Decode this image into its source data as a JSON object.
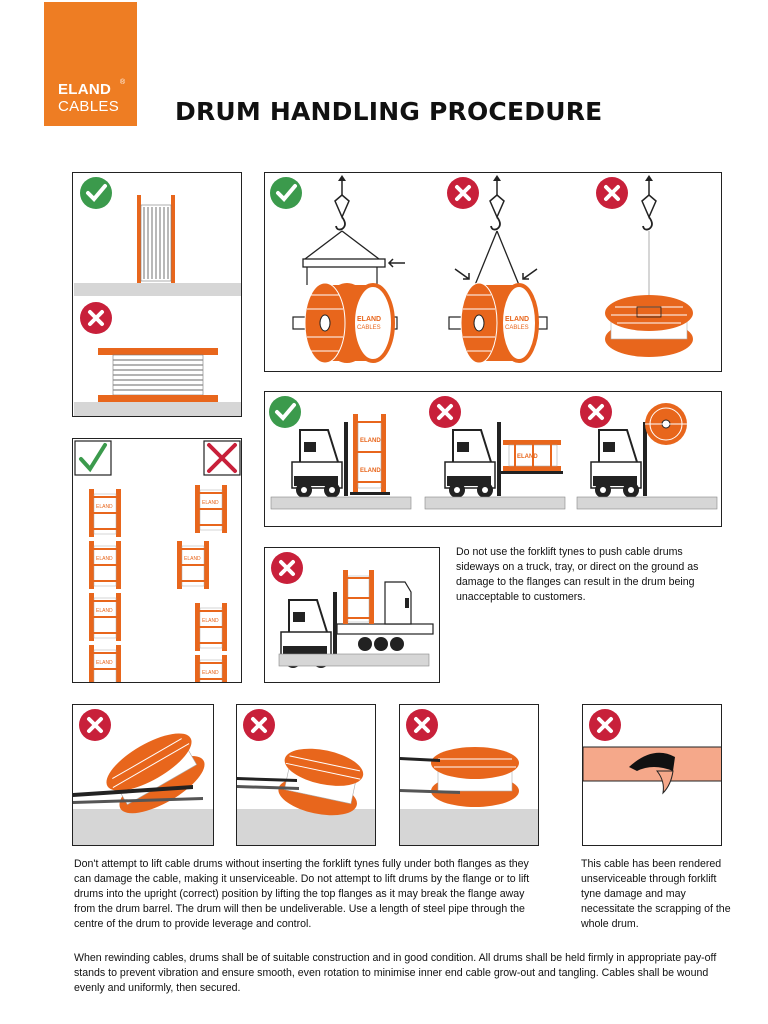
{
  "brand": {
    "line1": "ELAND",
    "reg": "®",
    "line2": "CABLES",
    "color": "#ee7d23"
  },
  "title": "DRUM HANDLING PROCEDURE",
  "drum_label": "CABLES",
  "colors": {
    "ok": "#3b9a4c",
    "bad": "#c8203a",
    "orange": "#e8661c",
    "ground": "#d6d6d6",
    "damage": "#f5a88a"
  },
  "text_push": "Do not use the forklift tynes to push cable drums sideways on a truck, tray, or direct on the ground as damage to the flanges can result in the drum being unacceptable to customers.",
  "text_lift": "Don't attempt to lift cable drums without inserting the forklift tynes fully under both flanges as they can damage the cable, making it unserviceable. Do not attempt to lift drums by the flange or to lift drums into the upright (correct) position by lifting the top flanges as it may break the flange away from the drum barrel. The drum will then be undeliverable. Use a length of steel pipe through the centre of the drum to provide leverage and control.",
  "text_damage": "This cable has been rendered unserviceable through forklift tyne damage and may necessitate the scrapping of the whole drum.",
  "text_rewind": "When rewinding cables, drums shall be of suitable construction and in good condition. All drums shall be held firmly in appropriate pay-off stands to prevent vibration and ensure smooth, even rotation to minimise inner end cable grow-out and tangling. Cables shall be wound evenly and uniformly, then secured."
}
